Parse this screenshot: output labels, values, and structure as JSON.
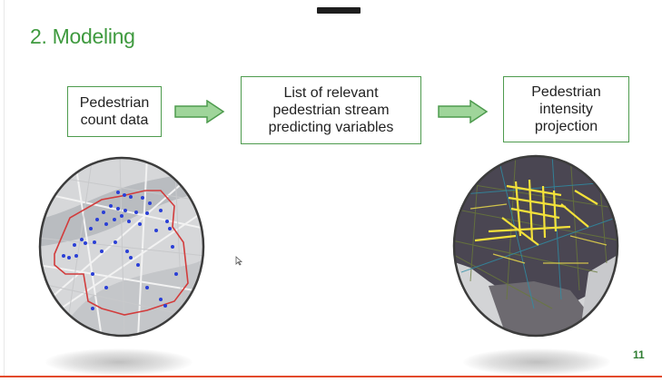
{
  "slide": {
    "title": "2. Modeling",
    "page_number": "11"
  },
  "flow": {
    "box1": "Pedestrian\ncount data",
    "box2": "List of relevant\npedestrian stream\npredicting variables",
    "box3": "Pedestrian\nintensity\nprojection"
  },
  "colors": {
    "accent_green": "#3f9a3f",
    "box_border": "#4e9b4e",
    "arrow_fill": "#9fd59a",
    "bottom_line": "#e34a2c",
    "count_points": "#2a3fd6",
    "boundary": "#d23c3c",
    "heat_yellow": "#f3e13a"
  },
  "icons": {
    "arrow1": "right-arrow-icon",
    "arrow2": "right-arrow-icon",
    "cursor": "mouse-pointer-icon"
  }
}
